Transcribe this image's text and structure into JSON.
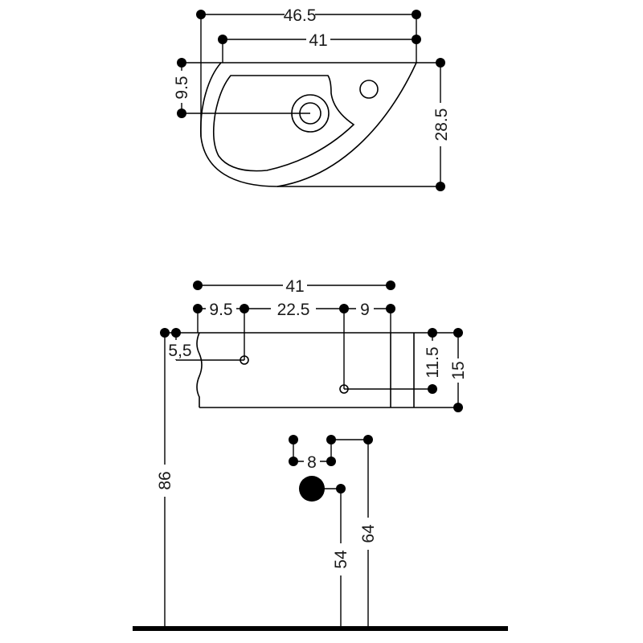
{
  "top_view": {
    "overall_width": "46.5",
    "inner_width": "41",
    "tap_offset": "9.5",
    "depth": "28.5"
  },
  "front_view": {
    "width": "41",
    "left_offset": "9.5",
    "tap_spacing": "22.5",
    "right_offset": "9",
    "left_edge_offset": "5,5",
    "drain_height": "11.5",
    "basin_height": "15"
  },
  "installation": {
    "waste_diameter": "8",
    "top_height": "86",
    "waste_height": "54",
    "supply_height": "64"
  }
}
